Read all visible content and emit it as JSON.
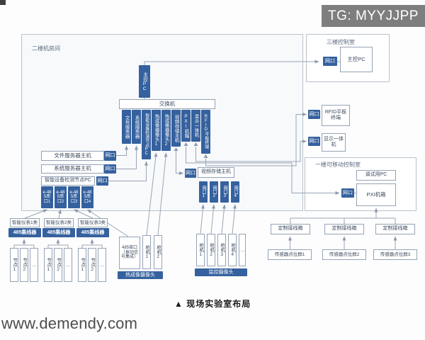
{
  "watermarks": {
    "telegram": "TG: MYYJJPP",
    "site": "www.demendy.com"
  },
  "caption": "▲ 现场实验室布局",
  "colors": {
    "accent": "#35619e",
    "line": "#8e99ab",
    "border": "#95a3b5"
  },
  "rooms": {
    "machine_room": {
      "label": "二楼机房间"
    },
    "third_floor": {
      "label": "三楼控制室",
      "port_label": "网口",
      "pc_label": "主控PC"
    },
    "mobile_room": {
      "label": "一楼可移动控制室",
      "debug_pc": "调试用PC",
      "port_label": "网口",
      "pxi_label": "PXI机箱"
    }
  },
  "core": {
    "main_pc": "主控PC",
    "switch_label": "交换机",
    "ports": [
      "文件服务器",
      "系统服务器",
      "智能设备检测节点PC",
      "热成像摄像头1",
      "热成像摄像头2",
      "视频存储主机",
      "PXI机箱",
      "显示一体机",
      "RFID平板终端"
    ]
  },
  "hosts": {
    "file_server": {
      "label": "文件服务器主机",
      "port": "网口"
    },
    "system_server": {
      "label": "系统服务器主机",
      "port": "网口"
    },
    "detect_node": {
      "label": "智能设备检测节点PC",
      "port": "网口"
    },
    "serial_ports": [
      "e-485串口1",
      "e-485串口2",
      "e-485串口3",
      "e-485串口4"
    ]
  },
  "right_devices": {
    "rfid": {
      "port": "网口",
      "label": "RFID平板终端"
    },
    "display": {
      "port": "网口",
      "label": "显示一体机"
    }
  },
  "meter_groups": [
    {
      "label": "智能仪表1类",
      "hub": "485集线器",
      "nodes": [
        "节点1",
        "节点2",
        "…"
      ]
    },
    {
      "label": "智能仪表2类",
      "hub": "485集线器",
      "nodes": [
        "节点1",
        "节点2",
        "…"
      ]
    },
    {
      "label": "智能仪表3类",
      "hub": "485集线器",
      "nodes": [
        "节点1",
        "节点2",
        "…"
      ]
    }
  ],
  "thermal_group": {
    "interface_label": "485接口（振动信号集成）",
    "cameras": [
      "枪机1",
      "枪机2"
    ],
    "footer": "热成像摄像头"
  },
  "video_storage": {
    "port": "网口",
    "label": "视频存储主机",
    "net_ports": [
      "网口1",
      "网口2",
      "网口3",
      "网口4"
    ]
  },
  "monitor_group": {
    "cameras": [
      "枪机1",
      "枪机2",
      "枪机3",
      "枪机4",
      "…"
    ],
    "footer": "监控摄像头"
  },
  "field_right": {
    "junction_boxes": [
      "定制接线箱",
      "定制接线箱",
      "定制接线箱"
    ],
    "sensor_groups": [
      "传感器点位群1",
      "传感器点位群2",
      "传感器点位群3"
    ]
  }
}
